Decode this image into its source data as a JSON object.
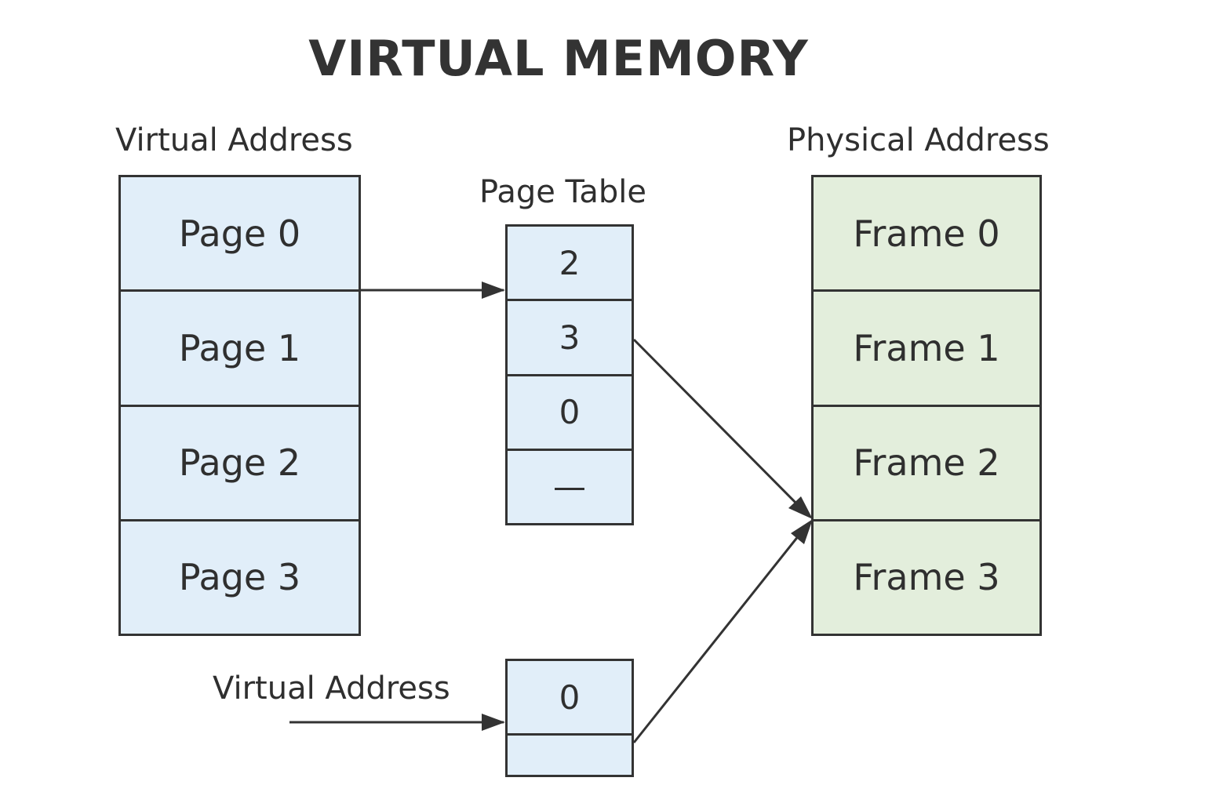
{
  "title": "VIRTUAL MEMORY",
  "virtual_memory": {
    "label": "Virtual Address",
    "pages": [
      "Page 0",
      "Page 1",
      "Page 2",
      "Page 3"
    ]
  },
  "page_table": {
    "label": "Page Table",
    "entries": [
      "2",
      "3",
      "0",
      "—"
    ]
  },
  "physical_memory": {
    "label": "Physical Address",
    "frames": [
      "Frame 0",
      "Frame 1",
      "Frame 2",
      "Frame 3"
    ]
  },
  "virtual_address_input": {
    "label": "Virtual Address",
    "fields": [
      "0",
      ""
    ]
  },
  "colors": {
    "virtual": "#e1eef9",
    "physical": "#e3eedc",
    "stroke": "#333333"
  }
}
